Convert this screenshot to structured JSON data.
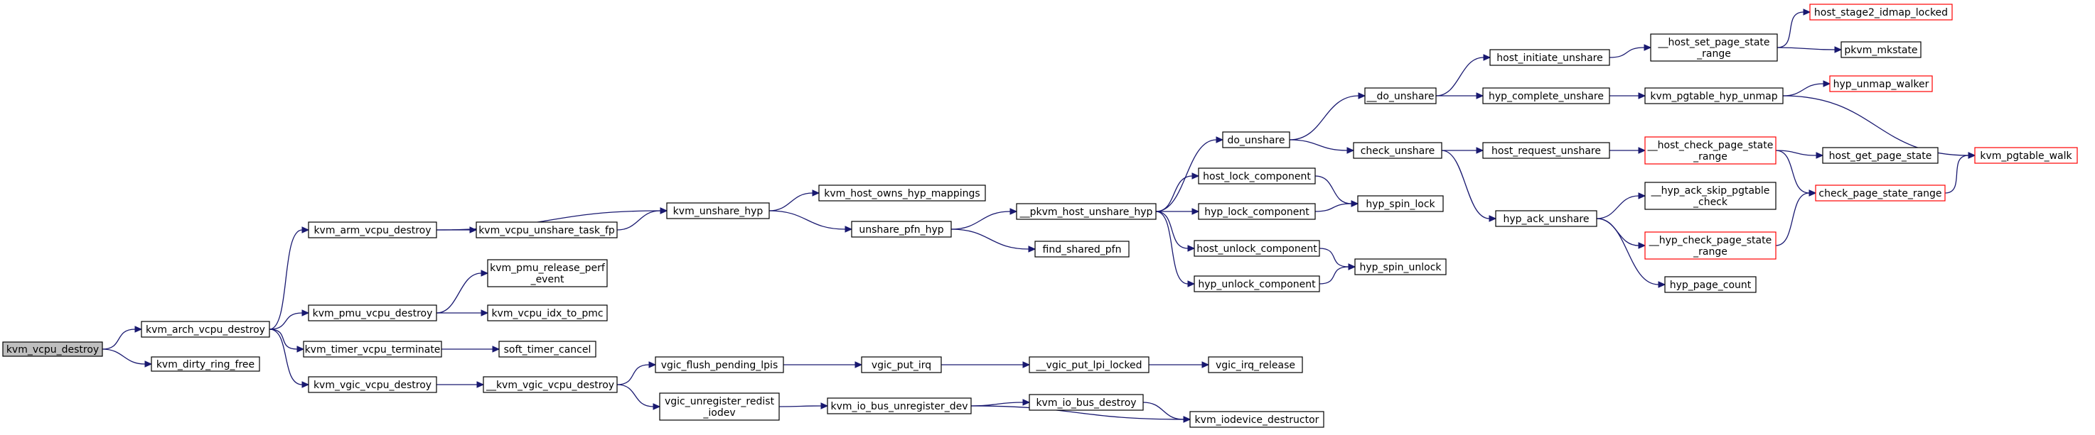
{
  "graph": {
    "nodes": [
      {
        "id": "kvm_vcpu_destroy",
        "label": [
          "kvm_vcpu_destroy"
        ],
        "root": true
      },
      {
        "id": "kvm_arch_vcpu_destroy",
        "label": [
          "kvm_arch_vcpu_destroy"
        ]
      },
      {
        "id": "kvm_dirty_ring_free",
        "label": [
          "kvm_dirty_ring_free"
        ]
      },
      {
        "id": "kvm_arm_vcpu_destroy",
        "label": [
          "kvm_arm_vcpu_destroy"
        ]
      },
      {
        "id": "kvm_pmu_vcpu_destroy",
        "label": [
          "kvm_pmu_vcpu_destroy"
        ]
      },
      {
        "id": "kvm_timer_vcpu_terminate",
        "label": [
          "kvm_timer_vcpu_terminate"
        ]
      },
      {
        "id": "kvm_vgic_vcpu_destroy",
        "label": [
          "kvm_vgic_vcpu_destroy"
        ]
      },
      {
        "id": "kvm_vcpu_unshare_task_fp",
        "label": [
          "kvm_vcpu_unshare_task_fp"
        ]
      },
      {
        "id": "kvm_pmu_release_perf_event",
        "label": [
          "kvm_pmu_release_perf",
          "_event"
        ]
      },
      {
        "id": "kvm_vcpu_idx_to_pmc",
        "label": [
          "kvm_vcpu_idx_to_pmc"
        ]
      },
      {
        "id": "soft_timer_cancel",
        "label": [
          "soft_timer_cancel"
        ]
      },
      {
        "id": "__kvm_vgic_vcpu_destroy",
        "label": [
          "__kvm_vgic_vcpu_destroy"
        ]
      },
      {
        "id": "kvm_unshare_hyp",
        "label": [
          "kvm_unshare_hyp"
        ]
      },
      {
        "id": "kvm_host_owns_hyp_mappings",
        "label": [
          "kvm_host_owns_hyp_mappings"
        ]
      },
      {
        "id": "unshare_pfn_hyp",
        "label": [
          "unshare_pfn_hyp"
        ]
      },
      {
        "id": "vgic_flush_pending_lpis",
        "label": [
          "vgic_flush_pending_lpis"
        ]
      },
      {
        "id": "vgic_unregister_redist_iodev",
        "label": [
          "vgic_unregister_redist",
          "_iodev"
        ]
      },
      {
        "id": "vgic_put_irq",
        "label": [
          "vgic_put_irq"
        ]
      },
      {
        "id": "kvm_io_bus_unregister_dev",
        "label": [
          "kvm_io_bus_unregister_dev"
        ]
      },
      {
        "id": "__pkvm_host_unshare_hyp",
        "label": [
          "__pkvm_host_unshare_hyp"
        ]
      },
      {
        "id": "find_shared_pfn",
        "label": [
          "find_shared_pfn"
        ]
      },
      {
        "id": "__vgic_put_lpi_locked",
        "label": [
          "__vgic_put_lpi_locked"
        ]
      },
      {
        "id": "kvm_io_bus_destroy",
        "label": [
          "kvm_io_bus_destroy"
        ]
      },
      {
        "id": "do_unshare",
        "label": [
          "do_unshare"
        ]
      },
      {
        "id": "host_lock_component",
        "label": [
          "host_lock_component"
        ]
      },
      {
        "id": "hyp_lock_component",
        "label": [
          "hyp_lock_component"
        ]
      },
      {
        "id": "host_unlock_component",
        "label": [
          "host_unlock_component"
        ]
      },
      {
        "id": "hyp_unlock_component",
        "label": [
          "hyp_unlock_component"
        ]
      },
      {
        "id": "vgic_irq_release",
        "label": [
          "vgic_irq_release"
        ]
      },
      {
        "id": "kvm_iodevice_destructor",
        "label": [
          "kvm_iodevice_destructor"
        ]
      },
      {
        "id": "hyp_spin_lock",
        "label": [
          "hyp_spin_lock"
        ]
      },
      {
        "id": "hyp_spin_unlock",
        "label": [
          "hyp_spin_unlock"
        ]
      },
      {
        "id": "__do_unshare",
        "label": [
          "__do_unshare"
        ]
      },
      {
        "id": "check_unshare",
        "label": [
          "check_unshare"
        ]
      },
      {
        "id": "host_initiate_unshare",
        "label": [
          "host_initiate_unshare"
        ]
      },
      {
        "id": "hyp_complete_unshare",
        "label": [
          "hyp_complete_unshare"
        ]
      },
      {
        "id": "host_request_unshare",
        "label": [
          "host_request_unshare"
        ]
      },
      {
        "id": "hyp_ack_unshare",
        "label": [
          "hyp_ack_unshare"
        ]
      },
      {
        "id": "__host_set_page_state_range",
        "label": [
          "__host_set_page_state",
          "_range"
        ]
      },
      {
        "id": "kvm_pgtable_hyp_unmap",
        "label": [
          "kvm_pgtable_hyp_unmap"
        ]
      },
      {
        "id": "__host_check_page_state_range",
        "label": [
          "__host_check_page_state",
          "_range"
        ],
        "truncated": true
      },
      {
        "id": "__hyp_ack_skip_pgtable_check",
        "label": [
          "__hyp_ack_skip_pgtable",
          "_check"
        ]
      },
      {
        "id": "__hyp_check_page_state_range",
        "label": [
          "__hyp_check_page_state",
          "_range"
        ],
        "truncated": true
      },
      {
        "id": "hyp_page_count",
        "label": [
          "hyp_page_count"
        ]
      },
      {
        "id": "host_stage2_idmap_locked",
        "label": [
          "host_stage2_idmap_locked"
        ],
        "truncated": true
      },
      {
        "id": "pkvm_mkstate",
        "label": [
          "pkvm_mkstate"
        ]
      },
      {
        "id": "hyp_unmap_walker",
        "label": [
          "hyp_unmap_walker"
        ],
        "truncated": true
      },
      {
        "id": "host_get_page_state",
        "label": [
          "host_get_page_state"
        ]
      },
      {
        "id": "check_page_state_range",
        "label": [
          "check_page_state_range"
        ],
        "truncated": true
      },
      {
        "id": "kvm_pgtable_walk",
        "label": [
          "kvm_pgtable_walk"
        ],
        "truncated": true
      }
    ],
    "edges": [
      [
        "kvm_vcpu_destroy",
        "kvm_arch_vcpu_destroy"
      ],
      [
        "kvm_vcpu_destroy",
        "kvm_dirty_ring_free"
      ],
      [
        "kvm_arch_vcpu_destroy",
        "kvm_arm_vcpu_destroy"
      ],
      [
        "kvm_arch_vcpu_destroy",
        "kvm_pmu_vcpu_destroy"
      ],
      [
        "kvm_arch_vcpu_destroy",
        "kvm_timer_vcpu_terminate"
      ],
      [
        "kvm_arch_vcpu_destroy",
        "kvm_vgic_vcpu_destroy"
      ],
      [
        "kvm_arm_vcpu_destroy",
        "kvm_vcpu_unshare_task_fp"
      ],
      [
        "kvm_arm_vcpu_destroy",
        "kvm_unshare_hyp"
      ],
      [
        "kvm_vcpu_unshare_task_fp",
        "kvm_unshare_hyp"
      ],
      [
        "kvm_pmu_vcpu_destroy",
        "kvm_pmu_release_perf_event"
      ],
      [
        "kvm_pmu_vcpu_destroy",
        "kvm_vcpu_idx_to_pmc"
      ],
      [
        "kvm_timer_vcpu_terminate",
        "soft_timer_cancel"
      ],
      [
        "kvm_vgic_vcpu_destroy",
        "__kvm_vgic_vcpu_destroy"
      ],
      [
        "__kvm_vgic_vcpu_destroy",
        "vgic_flush_pending_lpis"
      ],
      [
        "__kvm_vgic_vcpu_destroy",
        "vgic_unregister_redist_iodev"
      ],
      [
        "kvm_unshare_hyp",
        "kvm_host_owns_hyp_mappings"
      ],
      [
        "kvm_unshare_hyp",
        "unshare_pfn_hyp"
      ],
      [
        "unshare_pfn_hyp",
        "__pkvm_host_unshare_hyp"
      ],
      [
        "unshare_pfn_hyp",
        "find_shared_pfn"
      ],
      [
        "vgic_flush_pending_lpis",
        "vgic_put_irq"
      ],
      [
        "vgic_put_irq",
        "__vgic_put_lpi_locked"
      ],
      [
        "__vgic_put_lpi_locked",
        "vgic_irq_release"
      ],
      [
        "vgic_unregister_redist_iodev",
        "kvm_io_bus_unregister_dev"
      ],
      [
        "kvm_io_bus_unregister_dev",
        "kvm_io_bus_destroy"
      ],
      [
        "kvm_io_bus_unregister_dev",
        "kvm_iodevice_destructor"
      ],
      [
        "kvm_io_bus_destroy",
        "kvm_iodevice_destructor"
      ],
      [
        "__pkvm_host_unshare_hyp",
        "do_unshare"
      ],
      [
        "__pkvm_host_unshare_hyp",
        "host_lock_component"
      ],
      [
        "__pkvm_host_unshare_hyp",
        "hyp_lock_component"
      ],
      [
        "__pkvm_host_unshare_hyp",
        "host_unlock_component"
      ],
      [
        "__pkvm_host_unshare_hyp",
        "hyp_unlock_component"
      ],
      [
        "host_lock_component",
        "hyp_spin_lock"
      ],
      [
        "hyp_lock_component",
        "hyp_spin_lock"
      ],
      [
        "host_unlock_component",
        "hyp_spin_unlock"
      ],
      [
        "hyp_unlock_component",
        "hyp_spin_unlock"
      ],
      [
        "do_unshare",
        "__do_unshare"
      ],
      [
        "do_unshare",
        "check_unshare"
      ],
      [
        "__do_unshare",
        "host_initiate_unshare"
      ],
      [
        "__do_unshare",
        "hyp_complete_unshare"
      ],
      [
        "check_unshare",
        "host_request_unshare"
      ],
      [
        "check_unshare",
        "hyp_ack_unshare"
      ],
      [
        "host_initiate_unshare",
        "__host_set_page_state_range"
      ],
      [
        "hyp_complete_unshare",
        "kvm_pgtable_hyp_unmap"
      ],
      [
        "host_request_unshare",
        "__host_check_page_state_range"
      ],
      [
        "hyp_ack_unshare",
        "__hyp_ack_skip_pgtable_check"
      ],
      [
        "hyp_ack_unshare",
        "__hyp_check_page_state_range"
      ],
      [
        "hyp_ack_unshare",
        "hyp_page_count"
      ],
      [
        "__host_set_page_state_range",
        "host_stage2_idmap_locked"
      ],
      [
        "__host_set_page_state_range",
        "pkvm_mkstate"
      ],
      [
        "kvm_pgtable_hyp_unmap",
        "hyp_unmap_walker"
      ],
      [
        "kvm_pgtable_hyp_unmap",
        "kvm_pgtable_walk"
      ],
      [
        "__host_check_page_state_range",
        "host_get_page_state"
      ],
      [
        "__host_check_page_state_range",
        "check_page_state_range"
      ],
      [
        "__hyp_check_page_state_range",
        "check_page_state_range"
      ],
      [
        "check_page_state_range",
        "kvm_pgtable_walk"
      ]
    ]
  }
}
